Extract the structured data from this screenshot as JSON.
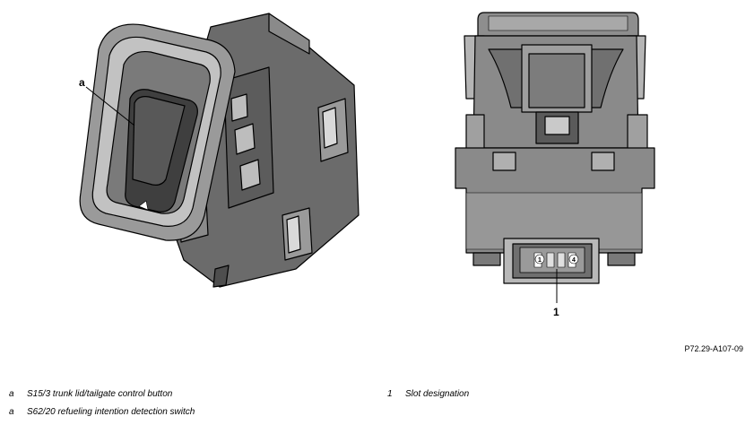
{
  "figure": {
    "callout_a": "a",
    "callout_1": "1",
    "connector_pin_1": "1",
    "connector_pin_4": "4",
    "reference": "P72.29-A107-09"
  },
  "legend": {
    "left": [
      {
        "key": "a",
        "text": "S15/3 trunk lid/tailgate control button"
      },
      {
        "key": "a",
        "text": "S62/20 refueling intention detection switch"
      }
    ],
    "right": [
      {
        "key": "1",
        "text": "Slot designation"
      }
    ]
  }
}
